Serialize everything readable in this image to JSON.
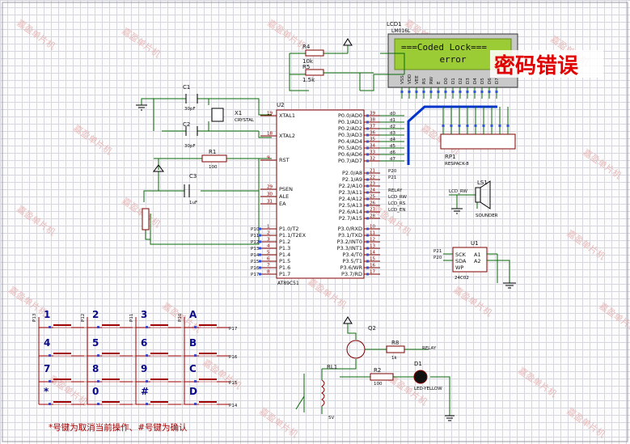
{
  "lcd": {
    "ref": "LCD1",
    "model": "LM016L",
    "line1": "===Coded Lock===",
    "line2": "error",
    "pins": [
      "VSS",
      "VDD",
      "VEE",
      "RS",
      "RW",
      "E",
      "D0",
      "D1",
      "D2",
      "D3",
      "D4",
      "D5",
      "D6",
      "D7"
    ]
  },
  "overlay_message": "密码错误",
  "mcu": {
    "ref": "U2",
    "model": "AT89C51",
    "left_pins": [
      {
        "num": "19",
        "name": "XTAL1"
      },
      {
        "num": "18",
        "name": "XTAL2"
      },
      {
        "num": "9",
        "name": "RST"
      },
      {
        "num": "29",
        "name": "PSEN"
      },
      {
        "num": "30",
        "name": "ALE"
      },
      {
        "num": "31",
        "name": "EA"
      },
      {
        "num": "1",
        "name": "P1.0/T2"
      },
      {
        "num": "2",
        "name": "P1.1/T2EX"
      },
      {
        "num": "3",
        "name": "P1.2"
      },
      {
        "num": "4",
        "name": "P1.3"
      },
      {
        "num": "5",
        "name": "P1.4"
      },
      {
        "num": "6",
        "name": "P1.5"
      },
      {
        "num": "7",
        "name": "P1.6"
      },
      {
        "num": "8",
        "name": "P1.7"
      }
    ],
    "right_pins": [
      {
        "num": "39",
        "name": "P0.0/AD0"
      },
      {
        "num": "38",
        "name": "P0.1/AD1"
      },
      {
        "num": "37",
        "name": "P0.2/AD2"
      },
      {
        "num": "36",
        "name": "P0.3/AD3"
      },
      {
        "num": "35",
        "name": "P0.4/AD4"
      },
      {
        "num": "34",
        "name": "P0.5/AD5"
      },
      {
        "num": "33",
        "name": "P0.6/AD6"
      },
      {
        "num": "32",
        "name": "P0.7/AD7"
      },
      {
        "num": "21",
        "name": "P2.0/A8"
      },
      {
        "num": "22",
        "name": "P2.1/A9"
      },
      {
        "num": "23",
        "name": "P2.2/A10"
      },
      {
        "num": "24",
        "name": "P2.3/A11"
      },
      {
        "num": "25",
        "name": "P2.4/A12"
      },
      {
        "num": "26",
        "name": "P2.5/A13"
      },
      {
        "num": "27",
        "name": "P2.6/A14"
      },
      {
        "num": "28",
        "name": "P2.7/A15"
      },
      {
        "num": "10",
        "name": "P3.0/RXD"
      },
      {
        "num": "11",
        "name": "P3.1/TXD"
      },
      {
        "num": "12",
        "name": "P3.2/INT0"
      },
      {
        "num": "13",
        "name": "P3.3/INT1"
      },
      {
        "num": "14",
        "name": "P3.4/T0"
      },
      {
        "num": "15",
        "name": "P3.5/T1"
      },
      {
        "num": "16",
        "name": "P3.6/WR"
      },
      {
        "num": "17",
        "name": "P3.7/RD"
      }
    ],
    "left_nets": [
      "P10",
      "P11",
      "P12",
      "P13",
      "P14",
      "P15",
      "P16",
      "P17"
    ],
    "data_nets": [
      "d0",
      "d1",
      "d2",
      "d3",
      "d4",
      "d5",
      "d6",
      "d7"
    ],
    "p2_nets": [
      "P20",
      "P21"
    ],
    "ctrl_nets": [
      "RELAY",
      "LCD_RW",
      "LCD_RS",
      "LCD_EN"
    ]
  },
  "components": {
    "r4": {
      "ref": "R4",
      "value": "10k"
    },
    "r5": {
      "ref": "R5",
      "value": "1.5k"
    },
    "c1": {
      "ref": "C1",
      "value": "30pF"
    },
    "c2": {
      "ref": "C2",
      "value": "30pF"
    },
    "x1": {
      "ref": "X1",
      "value": "CRYSTAL"
    },
    "r1": {
      "ref": "R1",
      "value": "100"
    },
    "c3": {
      "ref": "C3",
      "value": "1uF"
    },
    "rp1": {
      "ref": "RP1",
      "value": "RESPACK-8"
    },
    "ls1": {
      "ref": "LS1",
      "value": "SOUNDER",
      "net": "LCD_RW"
    },
    "u1": {
      "ref": "U1",
      "value": "24C02",
      "left_pins": [
        "SCK",
        "SDA",
        "WP"
      ],
      "right_pins": [
        "A1",
        "A2"
      ],
      "nets": [
        "P21",
        "P20"
      ]
    },
    "q2": {
      "ref": "Q2"
    },
    "r8": {
      "ref": "R8",
      "value": "1k",
      "net": "RELAY"
    },
    "rl1": {
      "ref": "RL1",
      "value": "5V"
    },
    "r2": {
      "ref": "R2",
      "value": "100"
    },
    "d1": {
      "ref": "D1",
      "value": "LED-YELLOW"
    }
  },
  "keypad": {
    "keys": [
      "1",
      "2",
      "3",
      "A",
      "4",
      "5",
      "6",
      "B",
      "7",
      "8",
      "9",
      "C",
      "*",
      "0",
      "#",
      "D"
    ],
    "col_nets": [
      "P13",
      "P12",
      "P11",
      "P10"
    ],
    "row_nets": [
      "P17",
      "P16",
      "P15",
      "P14"
    ],
    "note": "*号键为取消当前操作、#号键为确认"
  },
  "watermark": "嘉盈单片机",
  "colors": {
    "wire": "#0a6a0a",
    "part": "#800000",
    "bus": "#0033cc",
    "lcd_bg": "#9ccc35",
    "accent": "#e00000"
  }
}
